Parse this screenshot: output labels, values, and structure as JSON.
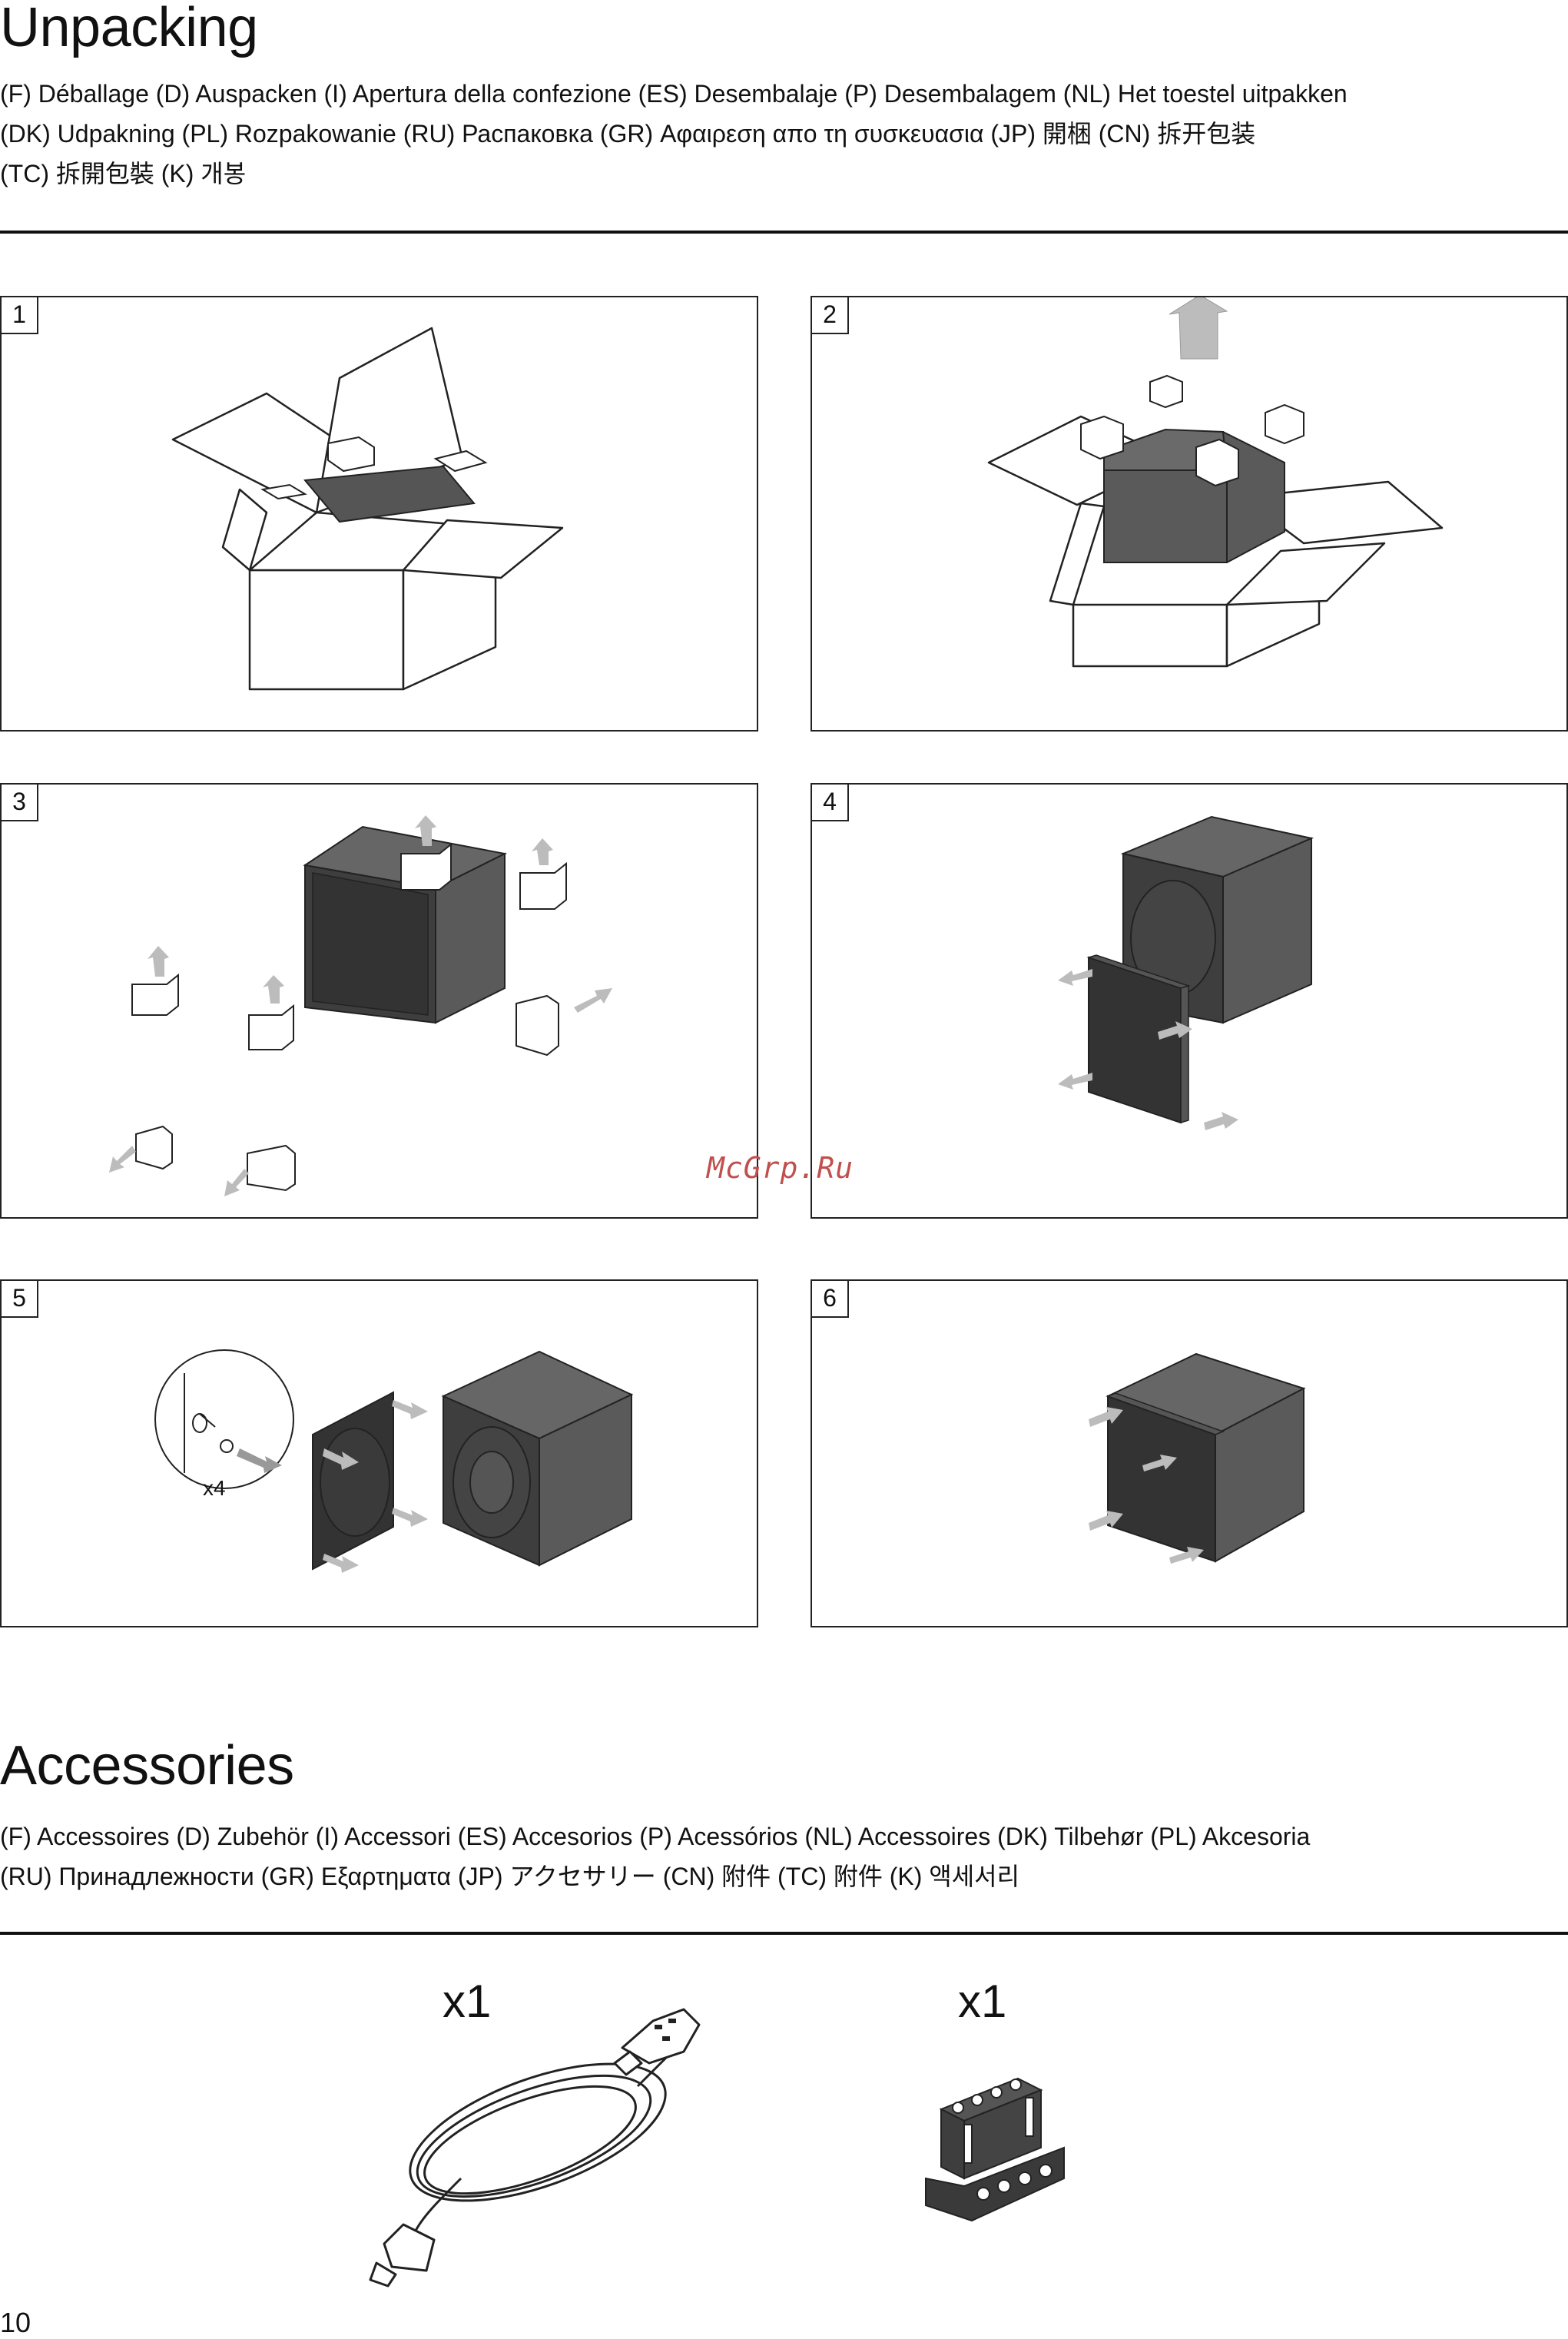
{
  "unpacking": {
    "title": "Unpacking",
    "langs": [
      "(F) Déballage   (D) Auspacken   (I) Apertura della confezione   (ES) Desembalaje   (P) Desembalagem   (NL) Het toestel uitpakken",
      "(DK) Udpakning   (PL) Rozpakowanie   (RU) Распаковка   (GR) Αφαιρεση απο τη συσκευασια   (JP) 開梱   (CN) 拆开包装",
      "(TC) 拆開包裝   (K) 개봉"
    ],
    "steps": [
      "1",
      "2",
      "3",
      "4",
      "5",
      "6"
    ],
    "screw_count": "x4"
  },
  "watermark": "McGrp.Ru",
  "accessories": {
    "title": "Accessories",
    "langs": [
      "(F) Accessoires   (D) Zubehör   (I) Accessori   (ES) Accesorios   (P) Acessórios   (NL) Accessoires   (DK) Tilbehør   (PL) Akcesoria",
      "(RU)   Принадлежности   (GR) Εξαρτηματα   (JP) アクセサリー   (CN) 附件   (TC) 附件   (K) 액세서리"
    ],
    "items": [
      {
        "icon": "power-cord-icon",
        "quantity": "x1"
      },
      {
        "icon": "terminal-connector-icon",
        "quantity": "x1"
      }
    ]
  },
  "page_number": "10",
  "colors": {
    "box_dark": "#5a5a5a",
    "box_front": "#3e3e3e",
    "arrow": "#bcbcbc",
    "rule": "#111111",
    "watermark": "#c0504d"
  }
}
